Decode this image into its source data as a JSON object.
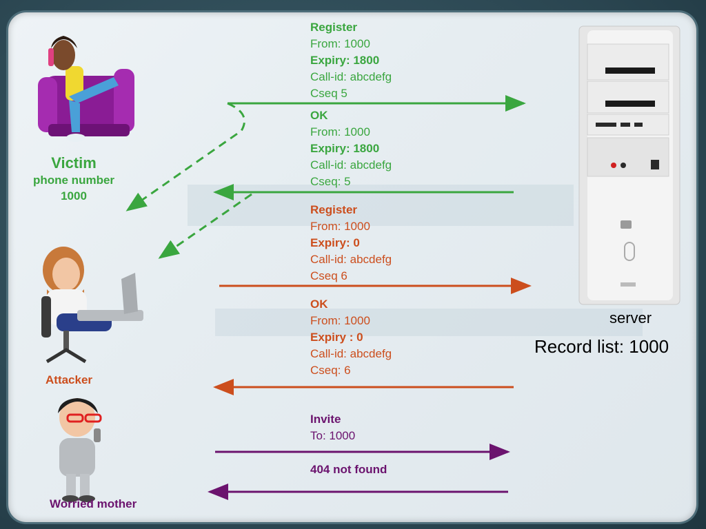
{
  "actors": {
    "victim": {
      "name": "Victim",
      "phone_label": "phone number",
      "phone_number": "1000"
    },
    "attacker": {
      "name": "Attacker"
    },
    "mother": {
      "name": "Worried mother"
    },
    "server": {
      "name": "server",
      "record_list": "Record list: 1000"
    }
  },
  "messages": {
    "register1": {
      "title": "Register",
      "from": "From: 1000",
      "expiry": "Expiry: 1800",
      "callid": "Call-id: abcdefg",
      "cseq": "Cseq 5"
    },
    "ok1": {
      "title": "OK",
      "from": "From: 1000",
      "expiry": "Expiry: 1800",
      "callid": "Call-id: abcdefg",
      "cseq": "Cseq: 5"
    },
    "register2": {
      "title": "Register",
      "from": "From: 1000",
      "expiry": "Expiry: 0",
      "callid": "Call-id: abcdefg",
      "cseq": "Cseq 6"
    },
    "ok2": {
      "title": "OK",
      "from": "From: 1000",
      "expiry": "Expiry : 0",
      "callid": "Call-id: abcdefg",
      "cseq": "Cseq: 6"
    },
    "invite": {
      "title": "Invite",
      "to": "To: 1000"
    },
    "notfound": {
      "title": "404 not found"
    }
  },
  "colors": {
    "green": "#3aa63f",
    "orange": "#cc4e1d",
    "purple": "#6b136e"
  }
}
